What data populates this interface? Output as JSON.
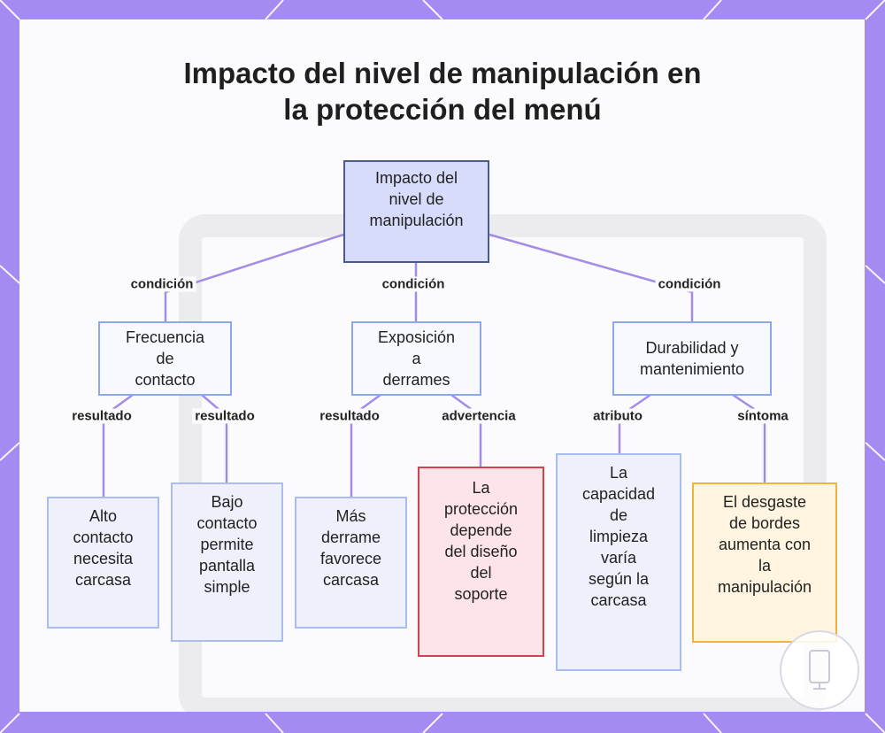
{
  "title": {
    "line1": "Impacto del nivel de manipulación en",
    "line2": "la protección del menú"
  },
  "nodes": {
    "root": [
      "Impacto del",
      "nivel de",
      "manipulación"
    ],
    "frecuencia": [
      "Frecuencia",
      "de",
      "contacto"
    ],
    "exposicion": [
      "Exposición",
      "a",
      "derrames"
    ],
    "durabilidad": [
      "Durabilidad y",
      "mantenimiento"
    ],
    "alto": [
      "Alto",
      "contacto",
      "necesita",
      "carcasa"
    ],
    "bajo": [
      "Bajo",
      "contacto",
      "permite",
      "pantalla",
      "simple"
    ],
    "mas_derrame": [
      "Más",
      "derrame",
      "favorece",
      "carcasa"
    ],
    "proteccion": [
      "La",
      "protección",
      "depende",
      "del diseño",
      "del",
      "soporte"
    ],
    "limpieza": [
      "La",
      "capacidad",
      "de",
      "limpieza",
      "varía",
      "según la",
      "carcasa"
    ],
    "desgaste": [
      "El desgaste",
      "de bordes",
      "aumenta con",
      "la",
      "manipulación"
    ]
  },
  "edge_labels": {
    "condicion_1": "condición",
    "condicion_2": "condición",
    "condicion_3": "condición",
    "resultado_1": "resultado",
    "resultado_2": "resultado",
    "resultado_3": "resultado",
    "advertencia": "advertencia",
    "atributo": "atributo",
    "sintoma": "síntoma"
  },
  "colors": {
    "frame": "#a48bf2",
    "connector": "#a48be6",
    "warning_border": "#d4424f",
    "symptom_border": "#f0b43a"
  },
  "icons": {
    "watermark": "tablet-icon"
  }
}
